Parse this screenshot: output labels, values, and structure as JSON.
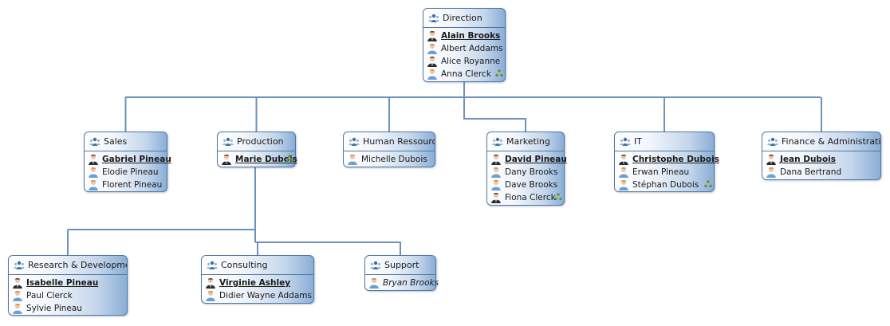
{
  "colors": {
    "connector": "#6b91bd",
    "border": "#4f77a6",
    "boss_suit": "#2b2b2b",
    "staff_shirt": "#6aa0d8"
  },
  "units": [
    {
      "id": "direction",
      "label": "Direction",
      "members": [
        {
          "name": "Alain Brooks",
          "role": "manager"
        },
        {
          "name": "Albert Addams",
          "role": "staff"
        },
        {
          "name": "Alice Royanne",
          "role": "boss"
        },
        {
          "name": "Anna Clerck",
          "role": "staff",
          "assistant": true
        }
      ]
    },
    {
      "id": "sales",
      "label": "Sales",
      "members": [
        {
          "name": "Gabriel Pineau",
          "role": "manager"
        },
        {
          "name": "Elodie Pineau",
          "role": "staff"
        },
        {
          "name": "Florent Pineau",
          "role": "staff"
        }
      ]
    },
    {
      "id": "production",
      "label": "Production",
      "members": [
        {
          "name": "Marie Dubois",
          "role": "manager",
          "assistant": true
        }
      ]
    },
    {
      "id": "hr",
      "label": "Human Ressource",
      "members": [
        {
          "name": "Michelle Dubois",
          "role": "staff"
        }
      ]
    },
    {
      "id": "marketing",
      "label": "Marketing",
      "members": [
        {
          "name": "David Pineau",
          "role": "manager"
        },
        {
          "name": "Dany Brooks",
          "role": "staff"
        },
        {
          "name": "Dave Brooks",
          "role": "staff"
        },
        {
          "name": "Fiona Clerck",
          "role": "boss",
          "assistant": true
        }
      ]
    },
    {
      "id": "it",
      "label": "IT",
      "members": [
        {
          "name": "Christophe Dubois",
          "role": "manager"
        },
        {
          "name": "Erwan Pineau",
          "role": "staff"
        },
        {
          "name": "Stéphan Dubois",
          "role": "staff",
          "assistant": true
        }
      ]
    },
    {
      "id": "finance",
      "label": "Finance & Administrative",
      "members": [
        {
          "name": "Jean Dubois",
          "role": "manager"
        },
        {
          "name": "Dana Bertrand",
          "role": "staff"
        }
      ]
    },
    {
      "id": "rnd",
      "label": "Research & Development",
      "members": [
        {
          "name": "Isabelle Pineau",
          "role": "manager"
        },
        {
          "name": "Paul Clerck",
          "role": "staff"
        },
        {
          "name": "Sylvie Pineau",
          "role": "staff"
        }
      ]
    },
    {
      "id": "consulting",
      "label": "Consulting",
      "members": [
        {
          "name": "Virginie Ashley",
          "role": "manager"
        },
        {
          "name": "Didier Wayne Addams",
          "role": "staff"
        }
      ]
    },
    {
      "id": "support",
      "label": "Support",
      "members": [
        {
          "name": "Bryan Brooks",
          "role": "staff",
          "italic": true
        }
      ]
    }
  ]
}
